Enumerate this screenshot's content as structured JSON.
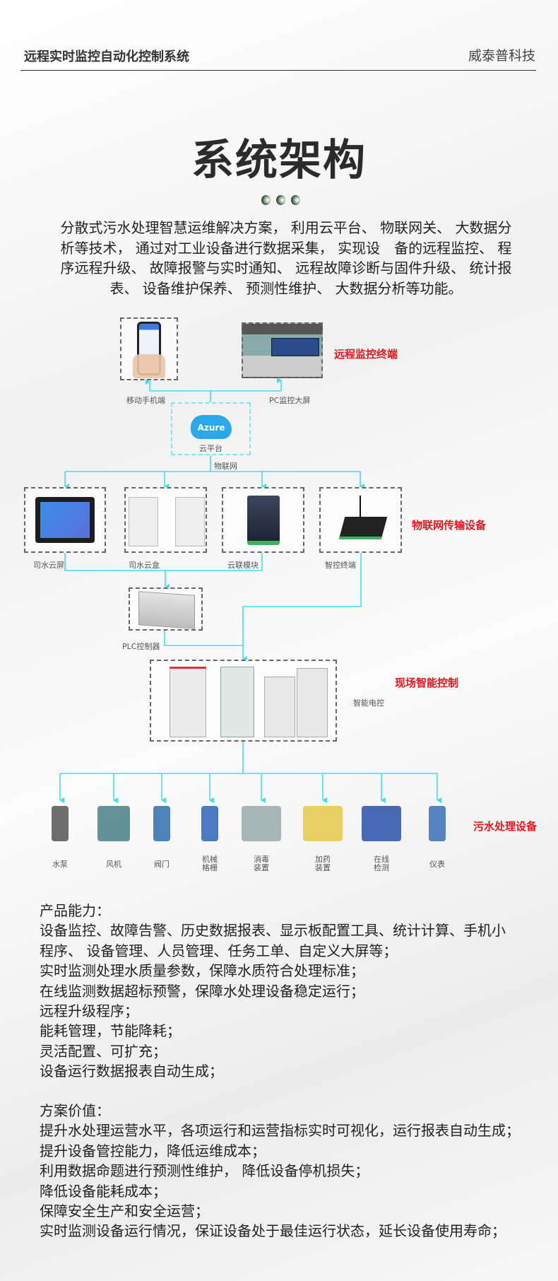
{
  "header": {
    "title": "远程实时监控自动化控制系统",
    "company": "威泰普科技"
  },
  "page_title": "系统架构",
  "intro": "分散式污水处理智慧运维解决方案， 利用云平台、 物联网关、 大数据分析等技术， 通过对工业设备进行数据采集， 实现设　备的远程监控、 程序远程升级、 故障报警与实时通知、 远程故障诊断与固件升级、 统计报表、 设备维护保养、 预测性维护、 大数据分析等功能。",
  "diagram": {
    "colors": {
      "connector": "#3ee0ef",
      "section_label": "#e8151b"
    },
    "remote_terminals": {
      "section": "远程监控终端",
      "mobile": "移动手机端",
      "pc": "PC监控大屏"
    },
    "cloud": {
      "logo": "Azure",
      "label": "云平台",
      "link": "物联网"
    },
    "iot": {
      "section": "物联网传输设备",
      "items": [
        "司水云屏",
        "司水云盒",
        "云联模块",
        "智控终端"
      ]
    },
    "plc": "PLC控制器",
    "onsite": {
      "section": "现场智能控制",
      "label": "智能电控"
    },
    "equipment": {
      "section": "污水处理设备",
      "items": [
        "水泵",
        "风机",
        "阀门",
        "机械格栅",
        "消毒装置",
        "加药装置",
        "在线检测",
        "仪表"
      ]
    }
  },
  "capabilities": {
    "heading": "产品能力：",
    "lines": [
      "设备监控、故障告警、历史数据报表、显示板配置工具、统计计算、手机小",
      "程序、 设备管理、人员管理、任务工单、自定义大屏等；",
      "实时监测处理水质量参数，保障水质符合处理标准；",
      "在线监测数据超标预警，保障水处理设备稳定运行；",
      "远程升级程序；",
      "能耗管理，节能降耗；",
      "灵活配置、可扩充；",
      "设备运行数据报表自动生成；"
    ]
  },
  "value": {
    "heading": "方案价值：",
    "lines": [
      "提升水处理运营水平，各项运行和运营指标实时可视化，运行报表自动生成；",
      "提升设备管控能力，降低运维成本；",
      "利用数据命题进行预测性维护， 降低设备停机损失；",
      "降低设备能耗成本；",
      "保障安全生产和安全运营；",
      "实时监测设备运行情况，保证设备处于最佳运行状态，延长设备使用寿命；"
    ]
  }
}
